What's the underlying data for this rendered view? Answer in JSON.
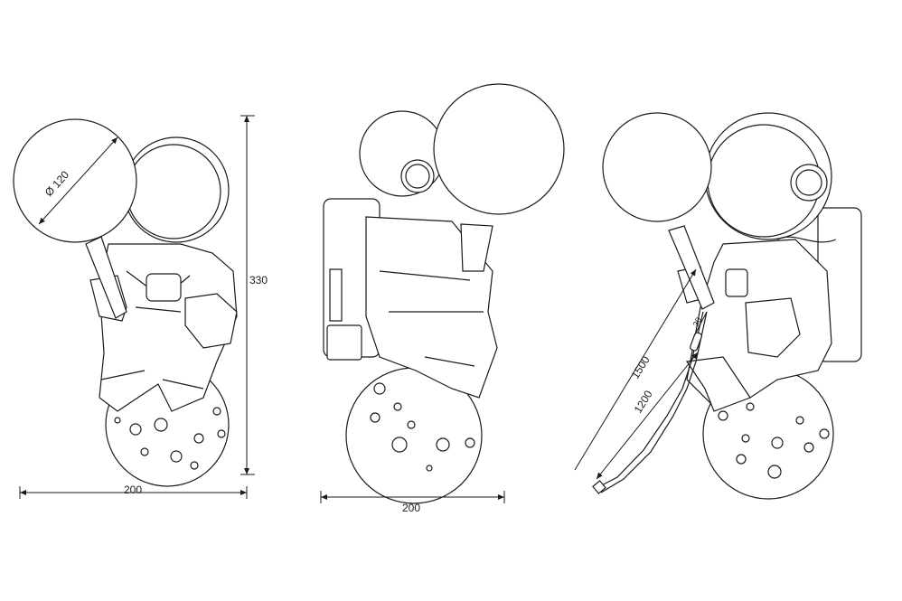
{
  "views": {
    "front": {
      "diameter_label": "Ø 120",
      "height_label": "330",
      "width_label": "200"
    },
    "side": {
      "width_label": "200"
    },
    "angled": {
      "cable_total_label": "1500",
      "cable_label": "1200",
      "switch_offset_label": "30"
    }
  },
  "colors": {
    "line": "#1a1a1a",
    "background": "#ffffff"
  }
}
